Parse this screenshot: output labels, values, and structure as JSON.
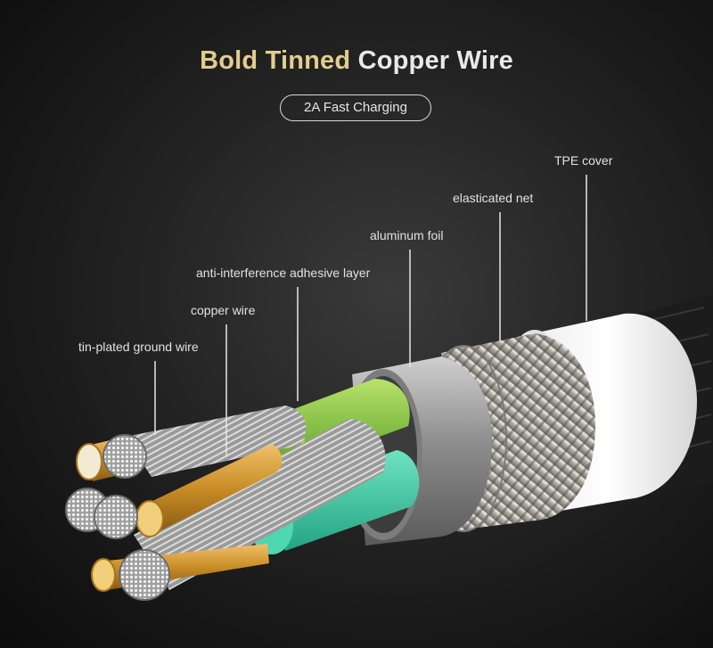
{
  "title": {
    "part1": "Bold Tinned",
    "part2": "Copper Wire"
  },
  "badge": "2A Fast Charging",
  "labels": {
    "tpe_cover": "TPE cover",
    "elasticated_net": "elasticated net",
    "aluminum_foil": "aluminum foil",
    "adhesive_layer": "anti-interference adhesive layer",
    "copper_wire": "copper wire",
    "ground_wire": "tin-plated ground wire"
  },
  "colors": {
    "title_gold": "#e3cd8e",
    "copper": "#c8902a",
    "green_insulation": "#7cc43a",
    "teal_insulation": "#3ec9a4",
    "white_jacket": "#f4f4f4"
  }
}
